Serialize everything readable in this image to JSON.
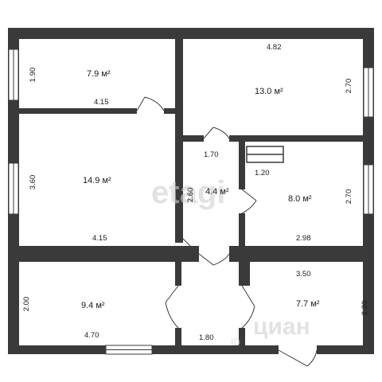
{
  "rooms": [
    {
      "id": "r1",
      "area": "7.9 м²"
    },
    {
      "id": "r2",
      "area": "13.0 м²"
    },
    {
      "id": "r3",
      "area": "14.9 м²"
    },
    {
      "id": "r4",
      "area": "4.4 м²"
    },
    {
      "id": "r5",
      "area": "8.0 м²"
    },
    {
      "id": "r6",
      "area": "9.4 м²"
    },
    {
      "id": "r7",
      "area": "7.7 м²"
    }
  ],
  "dimensions": {
    "d_190": "1.90",
    "d_415_top": "4.15",
    "d_482": "4.82",
    "d_270_top": "2.70",
    "d_360": "3.60",
    "d_415_bottom": "4.15",
    "d_170": "1.70",
    "d_260": "2.60",
    "d_120": "1.20",
    "d_270_mid": "2.70",
    "d_298": "2.98",
    "d_350": "3.50",
    "d_200": "2.00",
    "d_470": "4.70",
    "d_180": "1.80",
    "d_220": "2.20"
  },
  "watermarks": {
    "etagi": "etagi",
    "cian": "циан",
    "cian_id": "ID"
  }
}
